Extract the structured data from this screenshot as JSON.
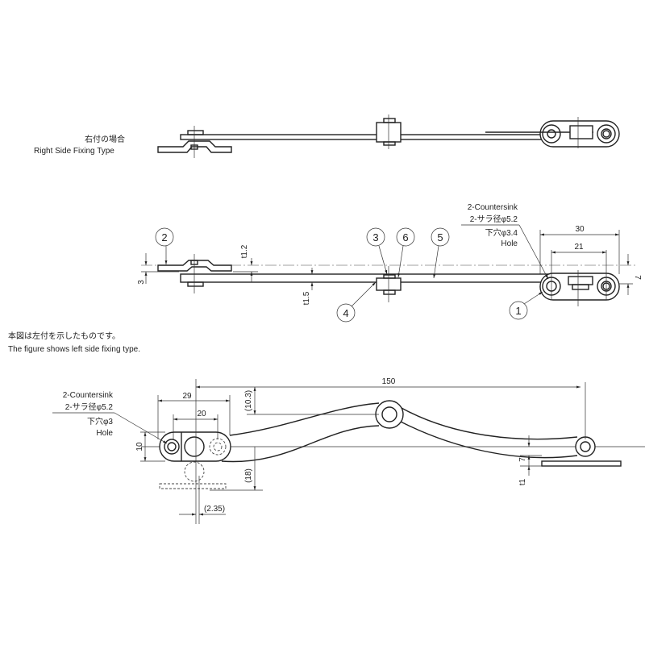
{
  "right_side": {
    "title_jp": "右付の場合",
    "title_en": "Right Side Fixing Type"
  },
  "note": {
    "jp": "本図は左付を示したものです。",
    "en": "The figure shows left side fixing type."
  },
  "balloons": [
    "1",
    "2",
    "3",
    "4",
    "5",
    "6"
  ],
  "side_view": {
    "countersink_en": "2-Countersink",
    "countersink_jp": "2-サラ径φ5.2",
    "hole_jp": "下穴φ3.4",
    "hole_en": "Hole",
    "dims": {
      "overall": "30",
      "pitch": "21",
      "offset": "7",
      "plate_t": "t1.2",
      "link_t": "t1.5",
      "height": "3"
    }
  },
  "plan_view": {
    "countersink_en": "2-Countersink",
    "countersink_jp": "2-サラ径φ5.2",
    "hole_jp": "下穴φ3",
    "hole_en": "Hole",
    "dims": {
      "length": "150",
      "overall": "29",
      "pitch": "20",
      "width": "10",
      "rise": "(10.3)",
      "drop": "(18)",
      "offset": "7",
      "thickness": "t1",
      "shift": "(2.35)"
    }
  }
}
